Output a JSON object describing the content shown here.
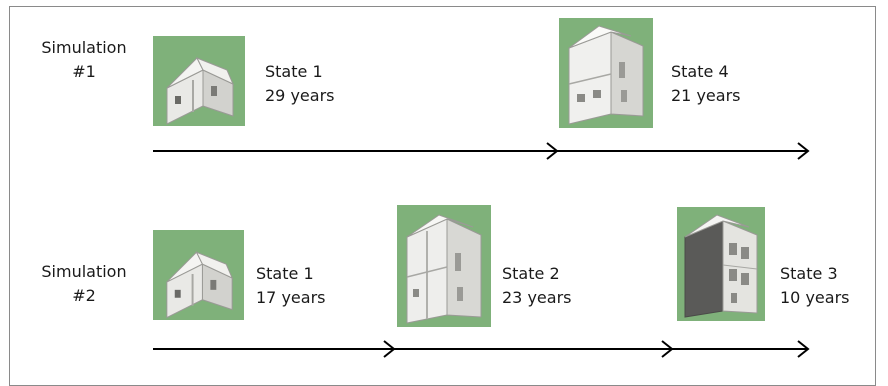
{
  "simulations": [
    {
      "label_line1": "Simulation",
      "label_line2": "#1",
      "states": [
        {
          "name": "State 1",
          "duration": "29 years",
          "building": "two-room-shell"
        },
        {
          "name": "State 4",
          "duration": "21 years",
          "building": "two-storey-building"
        }
      ]
    },
    {
      "label_line1": "Simulation",
      "label_line2": "#2",
      "states": [
        {
          "name": "State 1",
          "duration": "17 years",
          "building": "two-room-shell"
        },
        {
          "name": "State 2",
          "duration": "23 years",
          "building": "two-storey-partial"
        },
        {
          "name": "State 3",
          "duration": "10 years",
          "building": "three-storey-building"
        }
      ]
    }
  ],
  "colors": {
    "thumbnail_background": "#7fb17a",
    "arrow": "#000000",
    "frame": "#8a8a8a"
  }
}
